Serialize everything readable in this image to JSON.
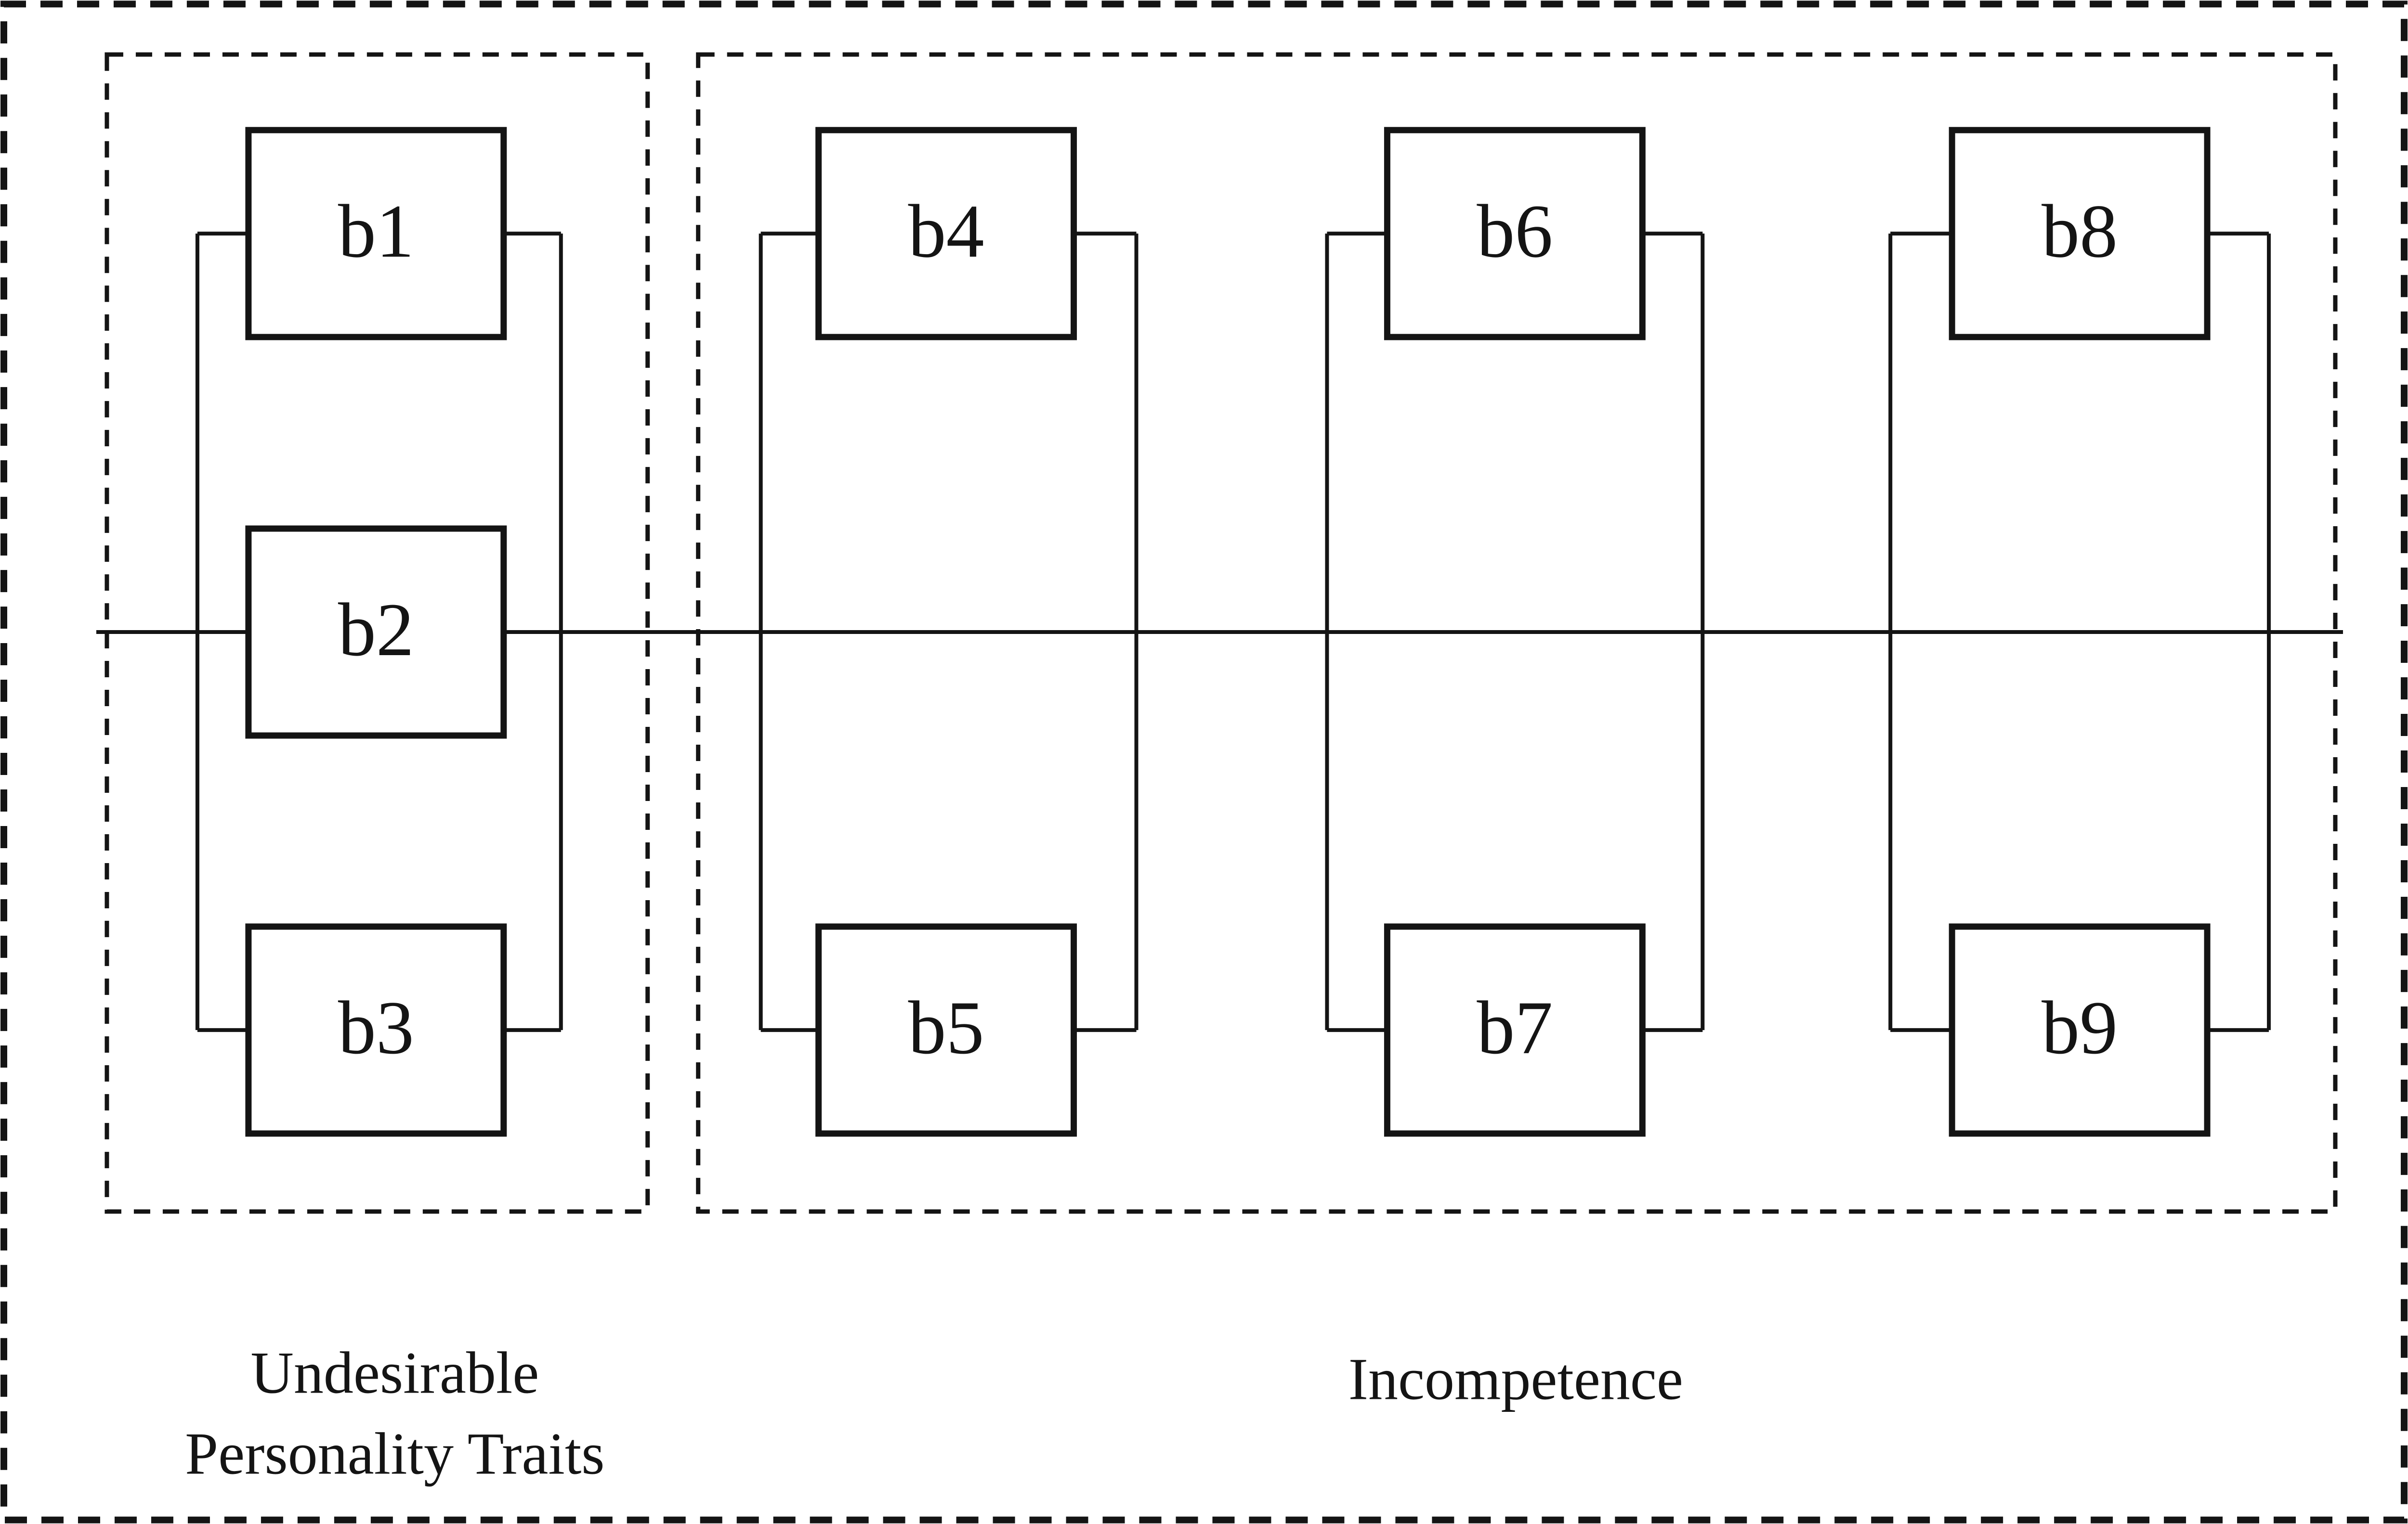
{
  "figure": {
    "kind": "reliability-block-diagram",
    "colors": {
      "ink": "#141414",
      "background": "#ffffff"
    },
    "blocks": {
      "b1": "b1",
      "b2": "b2",
      "b3": "b3",
      "b4": "b4",
      "b5": "b5",
      "b6": "b6",
      "b7": "b7",
      "b8": "b8",
      "b9": "b9"
    },
    "groups": [
      {
        "label_line1": "Undesirable",
        "label_line2": "Personality Traits",
        "members": [
          "b1",
          "b2",
          "b3"
        ]
      },
      {
        "label_line1": "Incompetence",
        "label_line2": "",
        "members": [
          "b4",
          "b5",
          "b6",
          "b7",
          "b8",
          "b9"
        ]
      }
    ]
  }
}
